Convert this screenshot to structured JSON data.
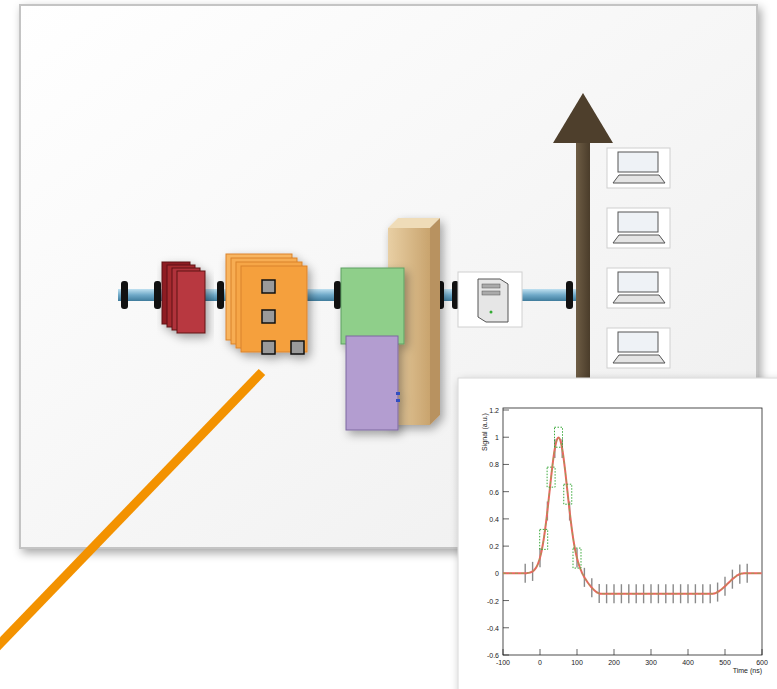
{
  "diagram": {
    "labels": [
      "1.2",
      "1",
      "0.8",
      "0.6",
      "0.4",
      "0.2",
      "0",
      "-0.2",
      "-0.4",
      "-0.6",
      "-100",
      "0",
      "100",
      "200",
      "300",
      "400",
      "500",
      "600",
      "Signal (a.u.)",
      "Time (ns)"
    ]
  }
}
